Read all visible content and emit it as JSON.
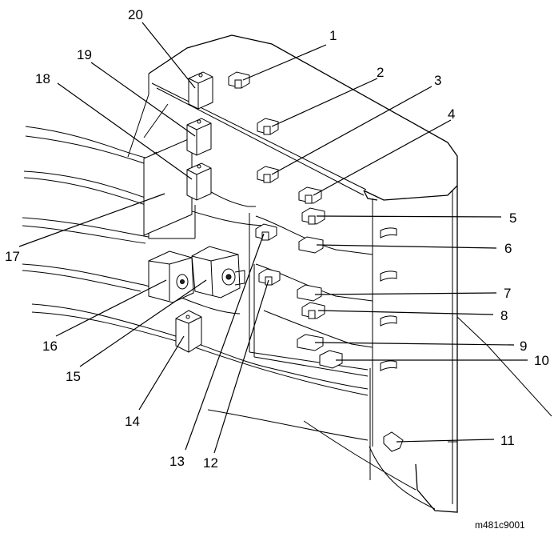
{
  "diagram": {
    "reference_code": "m481c9001",
    "callouts": [
      "1",
      "2",
      "3",
      "4",
      "5",
      "6",
      "7",
      "8",
      "9",
      "10",
      "11",
      "12",
      "13",
      "14",
      "15",
      "16",
      "17",
      "18",
      "19",
      "20"
    ]
  },
  "colors": {
    "line": "#000000",
    "background": "#ffffff"
  }
}
